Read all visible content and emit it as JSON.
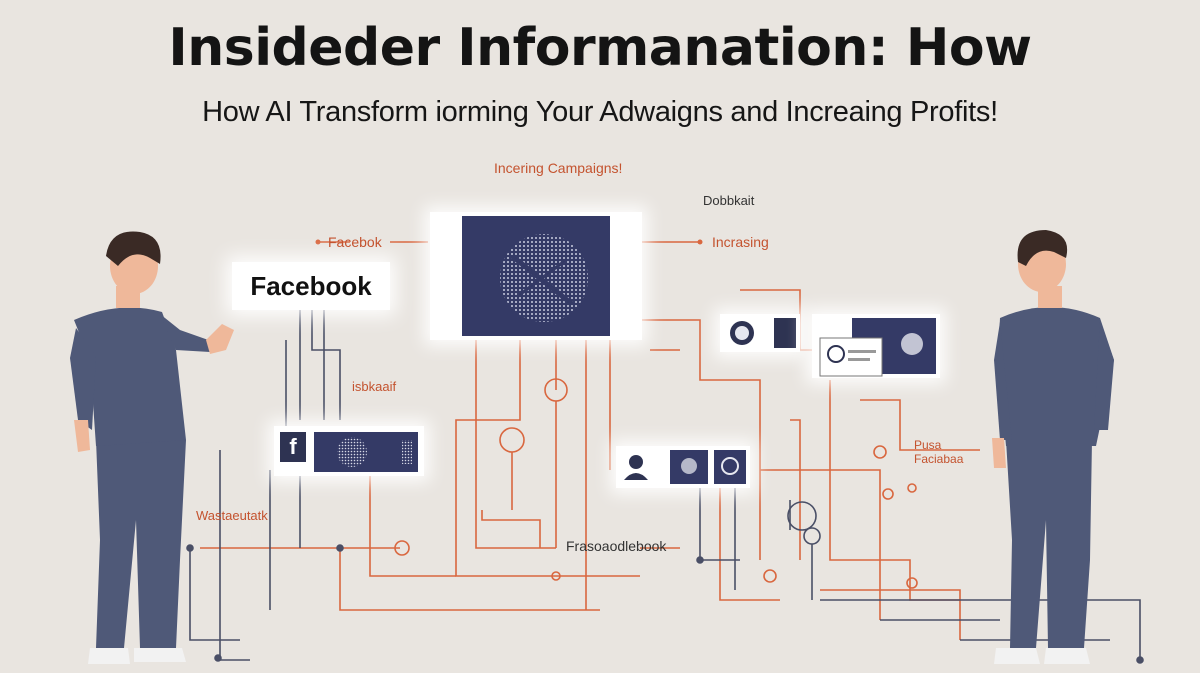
{
  "header": {
    "title": "Insideder Informanation: How",
    "subtitle": "How AI Transform iorming Your Adwaigns and Increaing Profits!"
  },
  "labels": {
    "top": "Incering Campaigns!",
    "right_top": "Dobbkait",
    "left_small": "Facebok",
    "right_arrow": "Incrasing",
    "mid_left": "isbkaaif",
    "lower_left": "Wastaeutatk",
    "bottom_center": "Frasoaodlebook",
    "right_small_1": "Pusa",
    "right_small_2": "Faciabaa"
  },
  "facebook_card": {
    "label": "Facebook",
    "icon_letter": "f"
  },
  "colors": {
    "background": "#e9e5e0",
    "navy": "#343a66",
    "accent_orange": "#d9673f",
    "line_dark": "#4a4f66",
    "shirt": "#4f5978",
    "skin": "#efb89a",
    "hair": "#3a2a25"
  }
}
